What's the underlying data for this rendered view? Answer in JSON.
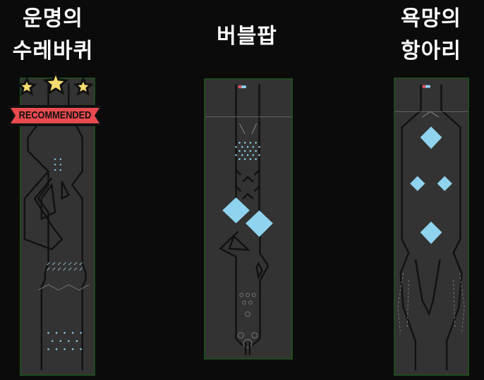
{
  "levels": [
    {
      "title_line1": "운명의",
      "title_line2": "수레바퀴",
      "stars": 3,
      "badge": "RECOMMENDED"
    },
    {
      "title_line1": "버블팝"
    },
    {
      "title_line1": "욕망의",
      "title_line2": "항아리"
    }
  ],
  "colors": {
    "background": "#0b0b0b",
    "map": "#333333",
    "border": "#1f4a1f",
    "diamond": "#8fd3ee",
    "star": "#f7dc6f",
    "badge": "#e84a4f"
  }
}
